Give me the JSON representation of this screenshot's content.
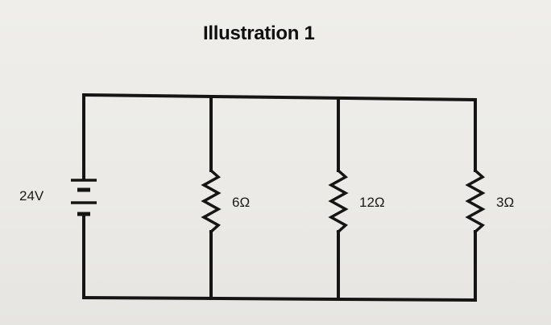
{
  "title": "Illustration 1",
  "source": {
    "label": "24V"
  },
  "resistors": [
    {
      "label": "6Ω"
    },
    {
      "label": "12Ω"
    },
    {
      "label": "3Ω"
    }
  ],
  "colors": {
    "wire": "#151515",
    "text": "#1a1a1a",
    "background": "#ecebe8"
  }
}
